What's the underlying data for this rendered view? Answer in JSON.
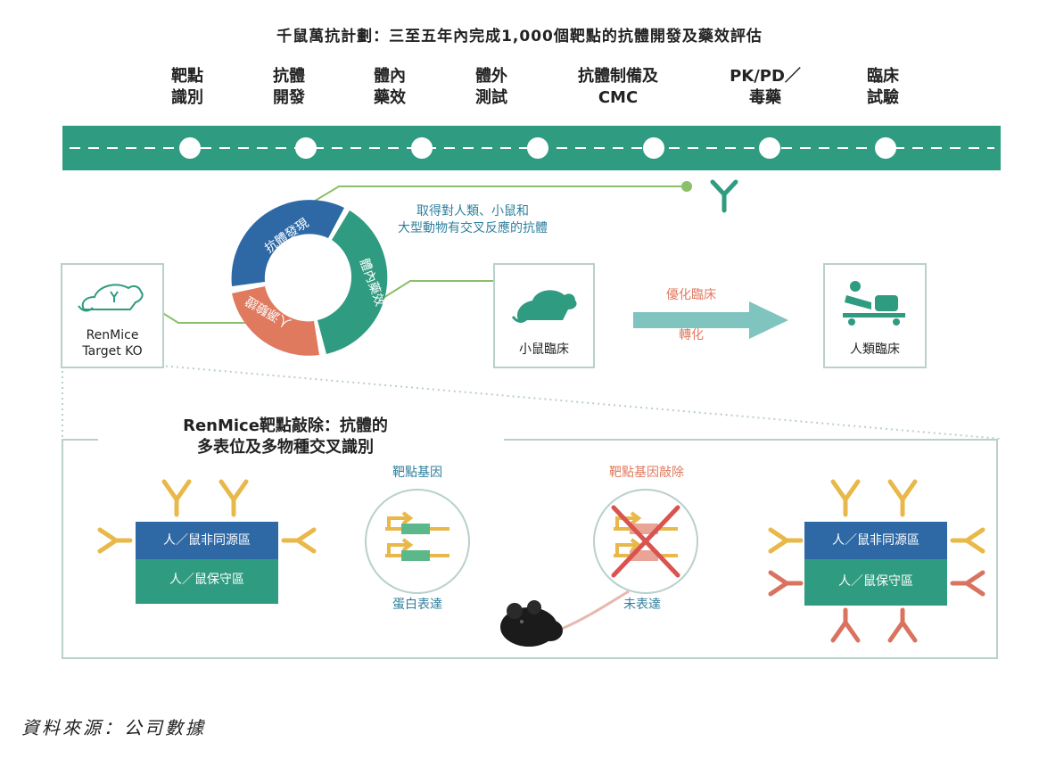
{
  "title": "千鼠萬抗計劃：三至五年內完成1,000個靶點的抗體開發及藥效評估",
  "stages": [
    {
      "line1": "靶點",
      "line2": "識別"
    },
    {
      "line1": "抗體",
      "line2": "開發"
    },
    {
      "line1": "體內",
      "line2": "藥效"
    },
    {
      "line1": "體外",
      "line2": "測試"
    },
    {
      "line1": "抗體制備及",
      "line2": "CMC"
    },
    {
      "line1": "PK/PD／",
      "line2": "毒藥"
    },
    {
      "line1": "臨床",
      "line2": "試驗"
    }
  ],
  "cycle": {
    "discovery": "抗體發現",
    "efficacy": "體內藥效",
    "validation": "人源驗證"
  },
  "cross_reactive_note": {
    "line1": "取得對人類、小鼠和",
    "line2": "大型動物有交叉反應的抗體"
  },
  "renmice_box": {
    "line1": "RenMice",
    "line2": "Target KO"
  },
  "mouse_clinic_label": "小鼠臨床",
  "human_clinic_label": "人類臨床",
  "arrow_top": "優化臨床",
  "arrow_bottom": "轉化",
  "knockout_section": {
    "title_line1": "RenMice靶點敲除：抗體的",
    "title_line2": "多表位及多物種交叉識別",
    "left_block_top": "人／鼠非同源區",
    "left_block_bottom": "人／鼠保守區",
    "right_block_top": "人／鼠非同源區",
    "right_block_bottom": "人／鼠保守區",
    "gene_title": "靶點基因",
    "gene_caption": "蛋白表達",
    "ko_title": "靶點基因敲除",
    "ko_caption": "未表達"
  },
  "source": "資料來源：公司數據",
  "colors": {
    "teal": "#2f9b80",
    "blue": "#2e69a6",
    "salmon": "#e07a5f",
    "antibody_yellow": "#e8b84a",
    "antibody_red": "#d9735f",
    "connector_green": "#8bbf6a"
  }
}
